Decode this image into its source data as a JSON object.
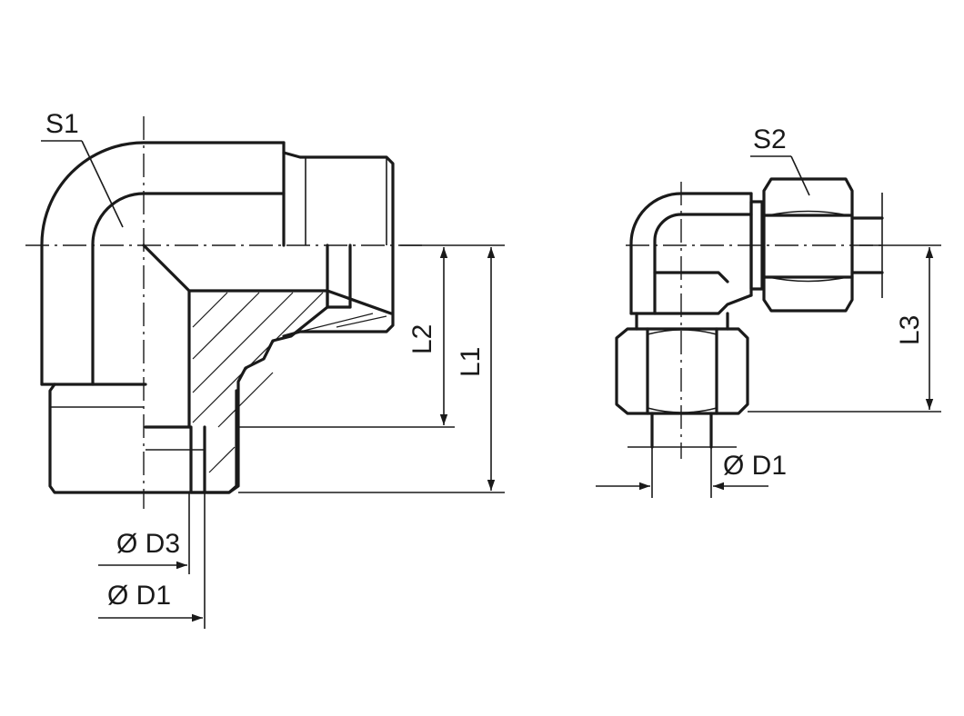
{
  "labels": {
    "s1": "S1",
    "s2": "S2",
    "d3": "Ø D3",
    "d1_left": "Ø D1",
    "d1_right": "Ø D1",
    "l1": "L1",
    "l2": "L2",
    "l3": "L3"
  },
  "colors": {
    "line": "#1a1a1a",
    "background": "#ffffff"
  }
}
